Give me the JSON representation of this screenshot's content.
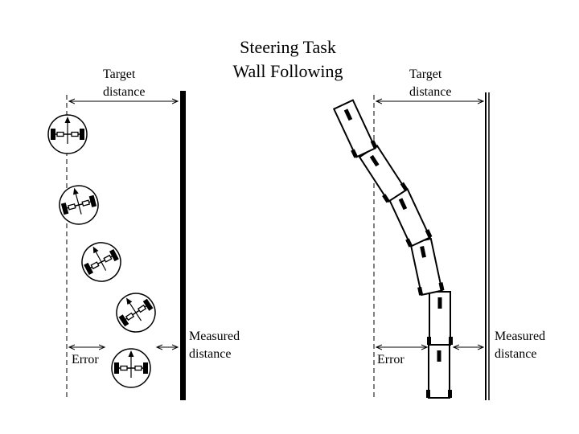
{
  "title": {
    "line1": "Steering Task",
    "line2": "Wall Following"
  },
  "left_panel": {
    "target_label_1": "Target",
    "target_label_2": "distance",
    "error_label": "Error",
    "measured_label_1": "Measured",
    "measured_label_2": "distance"
  },
  "right_panel": {
    "target_label_1": "Target",
    "target_label_2": "distance",
    "error_label": "Error",
    "measured_label_1": "Measured",
    "measured_label_2": "distance"
  },
  "colors": {
    "ink": "#000000",
    "background": "#ffffff"
  }
}
